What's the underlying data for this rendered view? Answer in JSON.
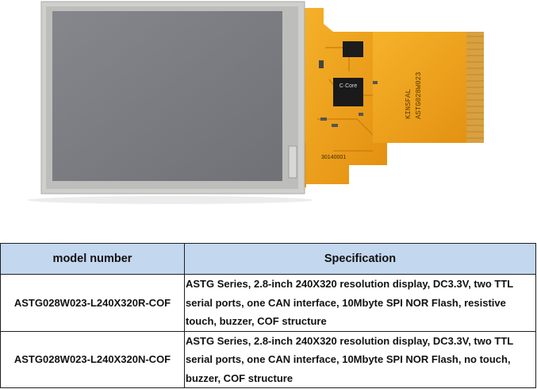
{
  "photo": {
    "chip_label": "C·Core",
    "fpc_label_line1": "KINSFAL",
    "fpc_label_line2": "ASTG028W023",
    "fpc_part_code": "30140001"
  },
  "table": {
    "headers": [
      "model number",
      "Specification"
    ],
    "rows": [
      {
        "model": "ASTG028W023-L240X320R-COF",
        "spec": "ASTG Series, 2.8-inch 240X320 resolution display, DC3.3V, two TTL serial ports, one CAN interface, 10Mbyte SPI NOR Flash, resistive touch, buzzer, COF structure"
      },
      {
        "model": "ASTG028W023-L240X320N-COF",
        "spec": "ASTG Series, 2.8-inch 240X320 resolution display, DC3.3V, two TTL serial ports, one CAN interface, 10Mbyte SPI NOR Flash, no touch, buzzer, COF structure"
      }
    ]
  },
  "colors": {
    "header_bg": "#c3d7ee",
    "fpc": "#f0a41a",
    "screen": "#7c7e83"
  }
}
